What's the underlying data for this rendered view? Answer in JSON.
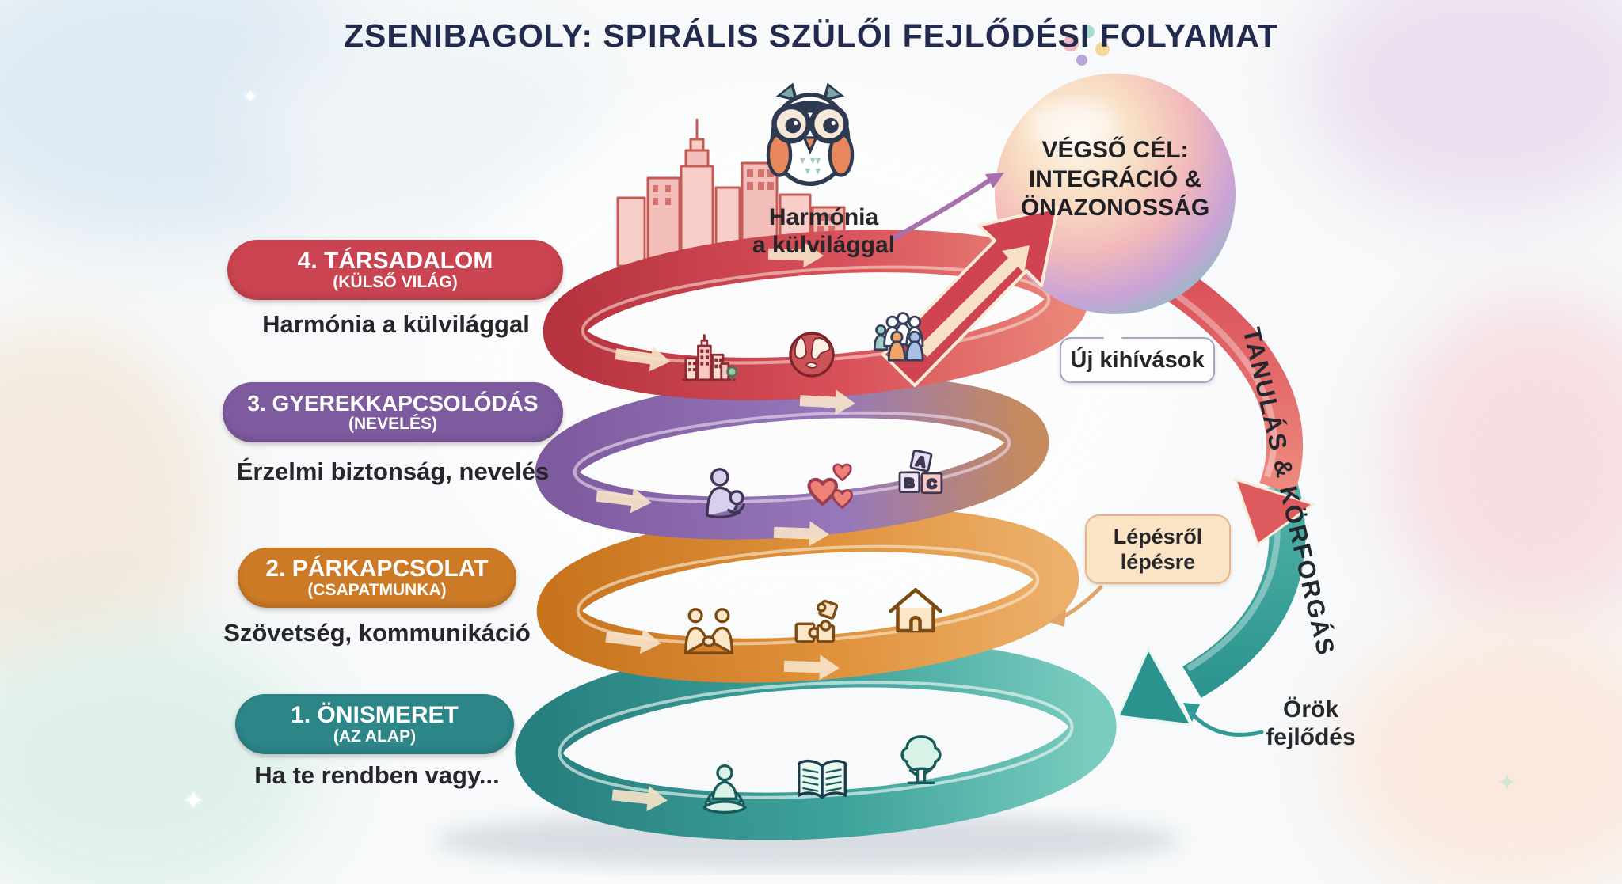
{
  "title": "ZSENIBAGOLY: SPIRÁLIS SZÜLŐI FEJLŐDÉSI FOLYAMAT",
  "goal": {
    "line1": "VÉGSŐ CÉL:",
    "line2": "INTEGRÁCIÓ &",
    "line3": "ÖNAZONOSSÁG"
  },
  "harmony": {
    "line1": "Harmónia",
    "line2": "a külvilággal"
  },
  "stages": [
    {
      "label": "4. TÁRSADALOM",
      "sub": "(KÜLSŐ VILÁG)",
      "desc": "Harmónia a külvilággal",
      "color": "#c94350"
    },
    {
      "label": "3. GYEREKKAPCSOLÓDÁS",
      "sub": "(NEVELÉS)",
      "desc": "Érzelmi biztonság, nevelés",
      "color": "#7e5a9e"
    },
    {
      "label": "2. PÁRKAPCSOLAT",
      "sub": "(CSAPATMUNKA)",
      "desc": "Szövetség, kommunikáció",
      "color": "#cc7a26"
    },
    {
      "label": "1. ÖNISMERET",
      "sub": "(AZ ALAP)",
      "desc": "Ha te rendben vagy...",
      "color": "#2c8587"
    }
  ],
  "callouts": {
    "new_challenges": "Új kihívások",
    "step_line1": "Lépésről",
    "step_line2": "lépésre",
    "eternal_line1": "Örök",
    "eternal_line2": "fejlődés"
  },
  "side_label": "TANULÁS & KÖRFORGÁS",
  "abc": [
    "A",
    "B",
    "C"
  ],
  "sparkle_glyph": "✦",
  "colors": {
    "title": "#222b4d",
    "band_red": "#c84450",
    "band_purple": "#9173b4",
    "band_orange": "#dc8f3a",
    "band_teal": "#2f9a94",
    "sphere_text": "#1f1f24"
  },
  "icons": [
    "owl-icon",
    "city-icon",
    "globe-icon",
    "people-group-icon",
    "parent-baby-icon",
    "hearts-icon",
    "abc-blocks-icon",
    "partners-icon",
    "puzzle-icon",
    "house-icon",
    "meditation-icon",
    "book-icon",
    "tree-icon"
  ]
}
